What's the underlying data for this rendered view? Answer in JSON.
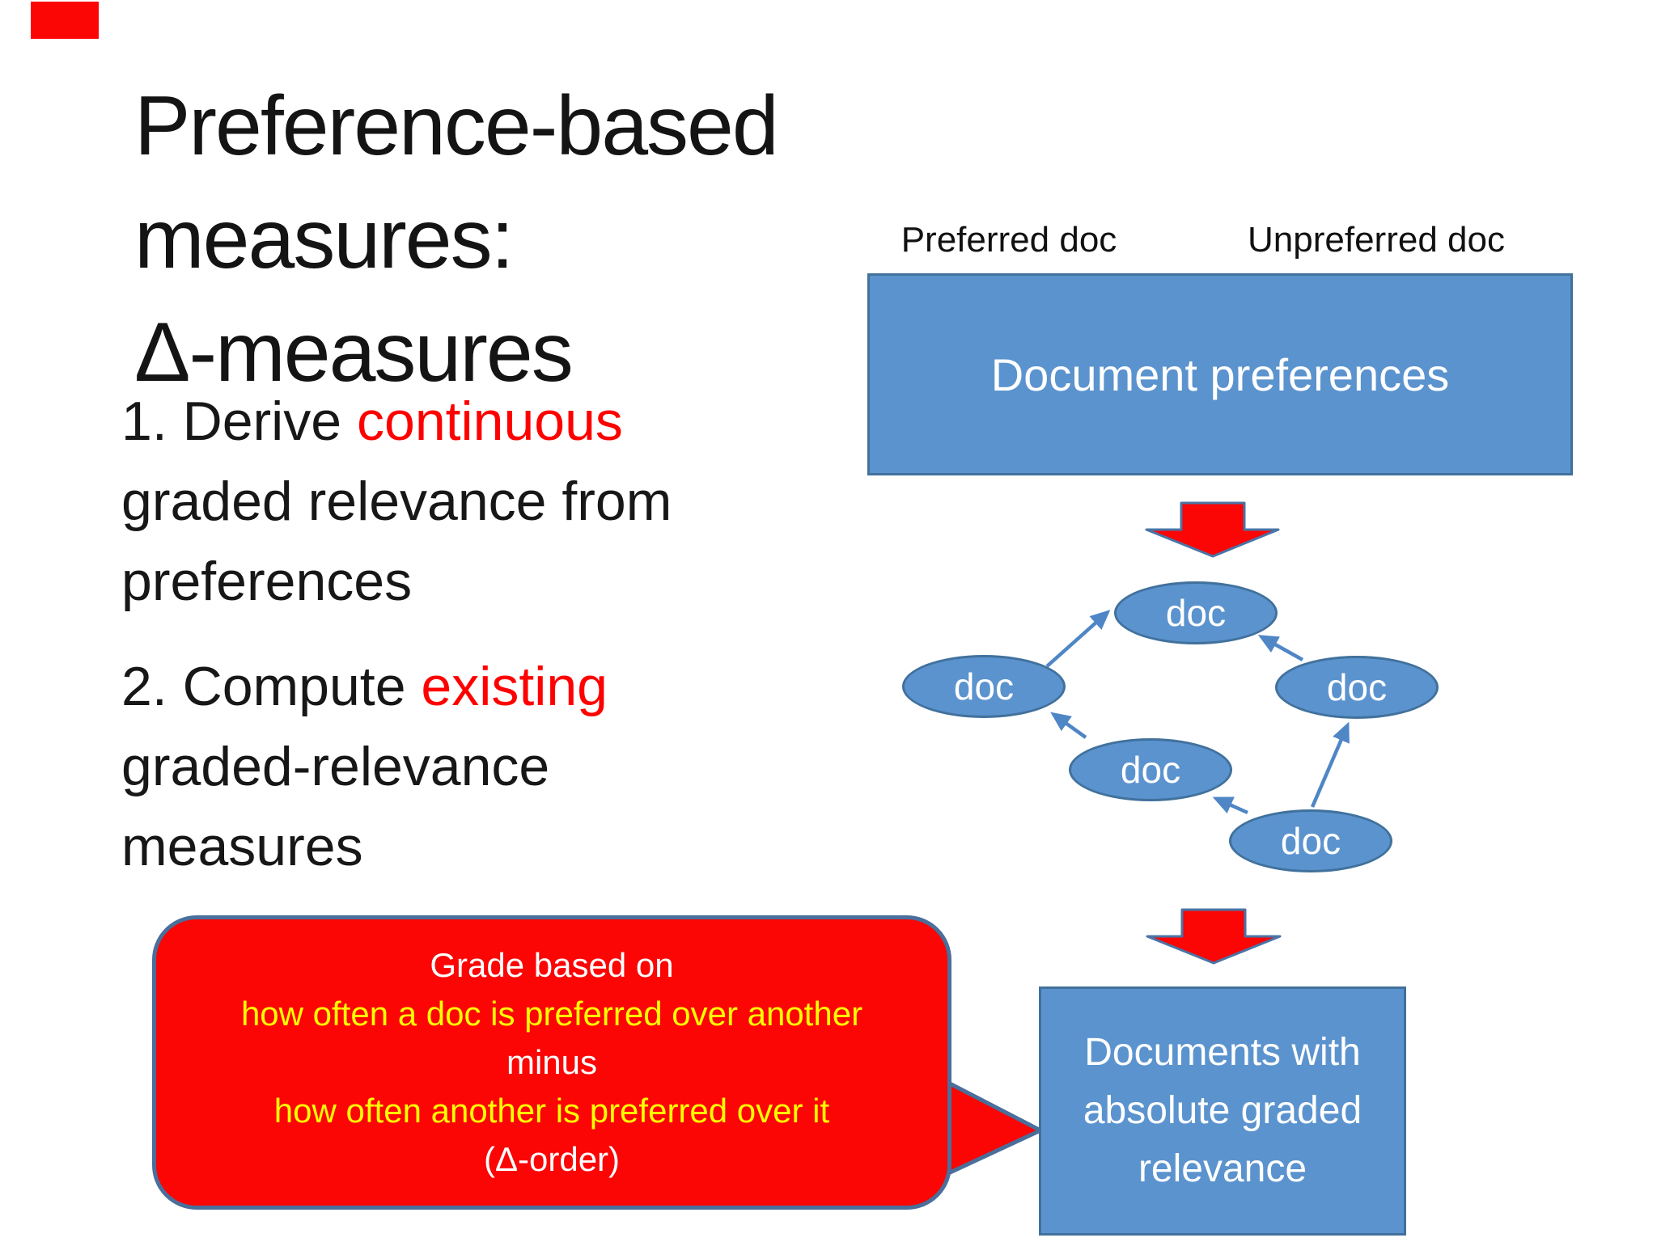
{
  "title": {
    "line1": "Preference-based measures:",
    "line2": "Δ-measures"
  },
  "steps": [
    {
      "lead": "1. Derive ",
      "highlight": "continuous",
      "line2": "graded relevance from",
      "line3": "preferences"
    },
    {
      "lead": "2. Compute ",
      "highlight": "existing",
      "line2": "graded-relevance",
      "line3": "measures"
    }
  ],
  "diagram": {
    "label_preferred": "Preferred doc",
    "label_unpreferred": "Unpreferred doc",
    "top_box": "Document preferences",
    "nodes": [
      "doc",
      "doc",
      "doc",
      "doc",
      "doc"
    ],
    "bottom_box": [
      "Documents with",
      "absolute graded",
      "relevance"
    ]
  },
  "callout": {
    "lines": [
      "Grade based on",
      "how often a doc is preferred over another",
      "minus",
      "how often another is preferred over it",
      "(Δ-order)"
    ]
  },
  "colors": {
    "accent_red": "#fb0505",
    "box_blue": "#5b93ce",
    "box_border": "#41719c",
    "connector_blue": "#4f86c6",
    "highlight_text": "#ff0000",
    "callout_yellow": "#ffff00",
    "callout_border": "#4a6f9b"
  }
}
